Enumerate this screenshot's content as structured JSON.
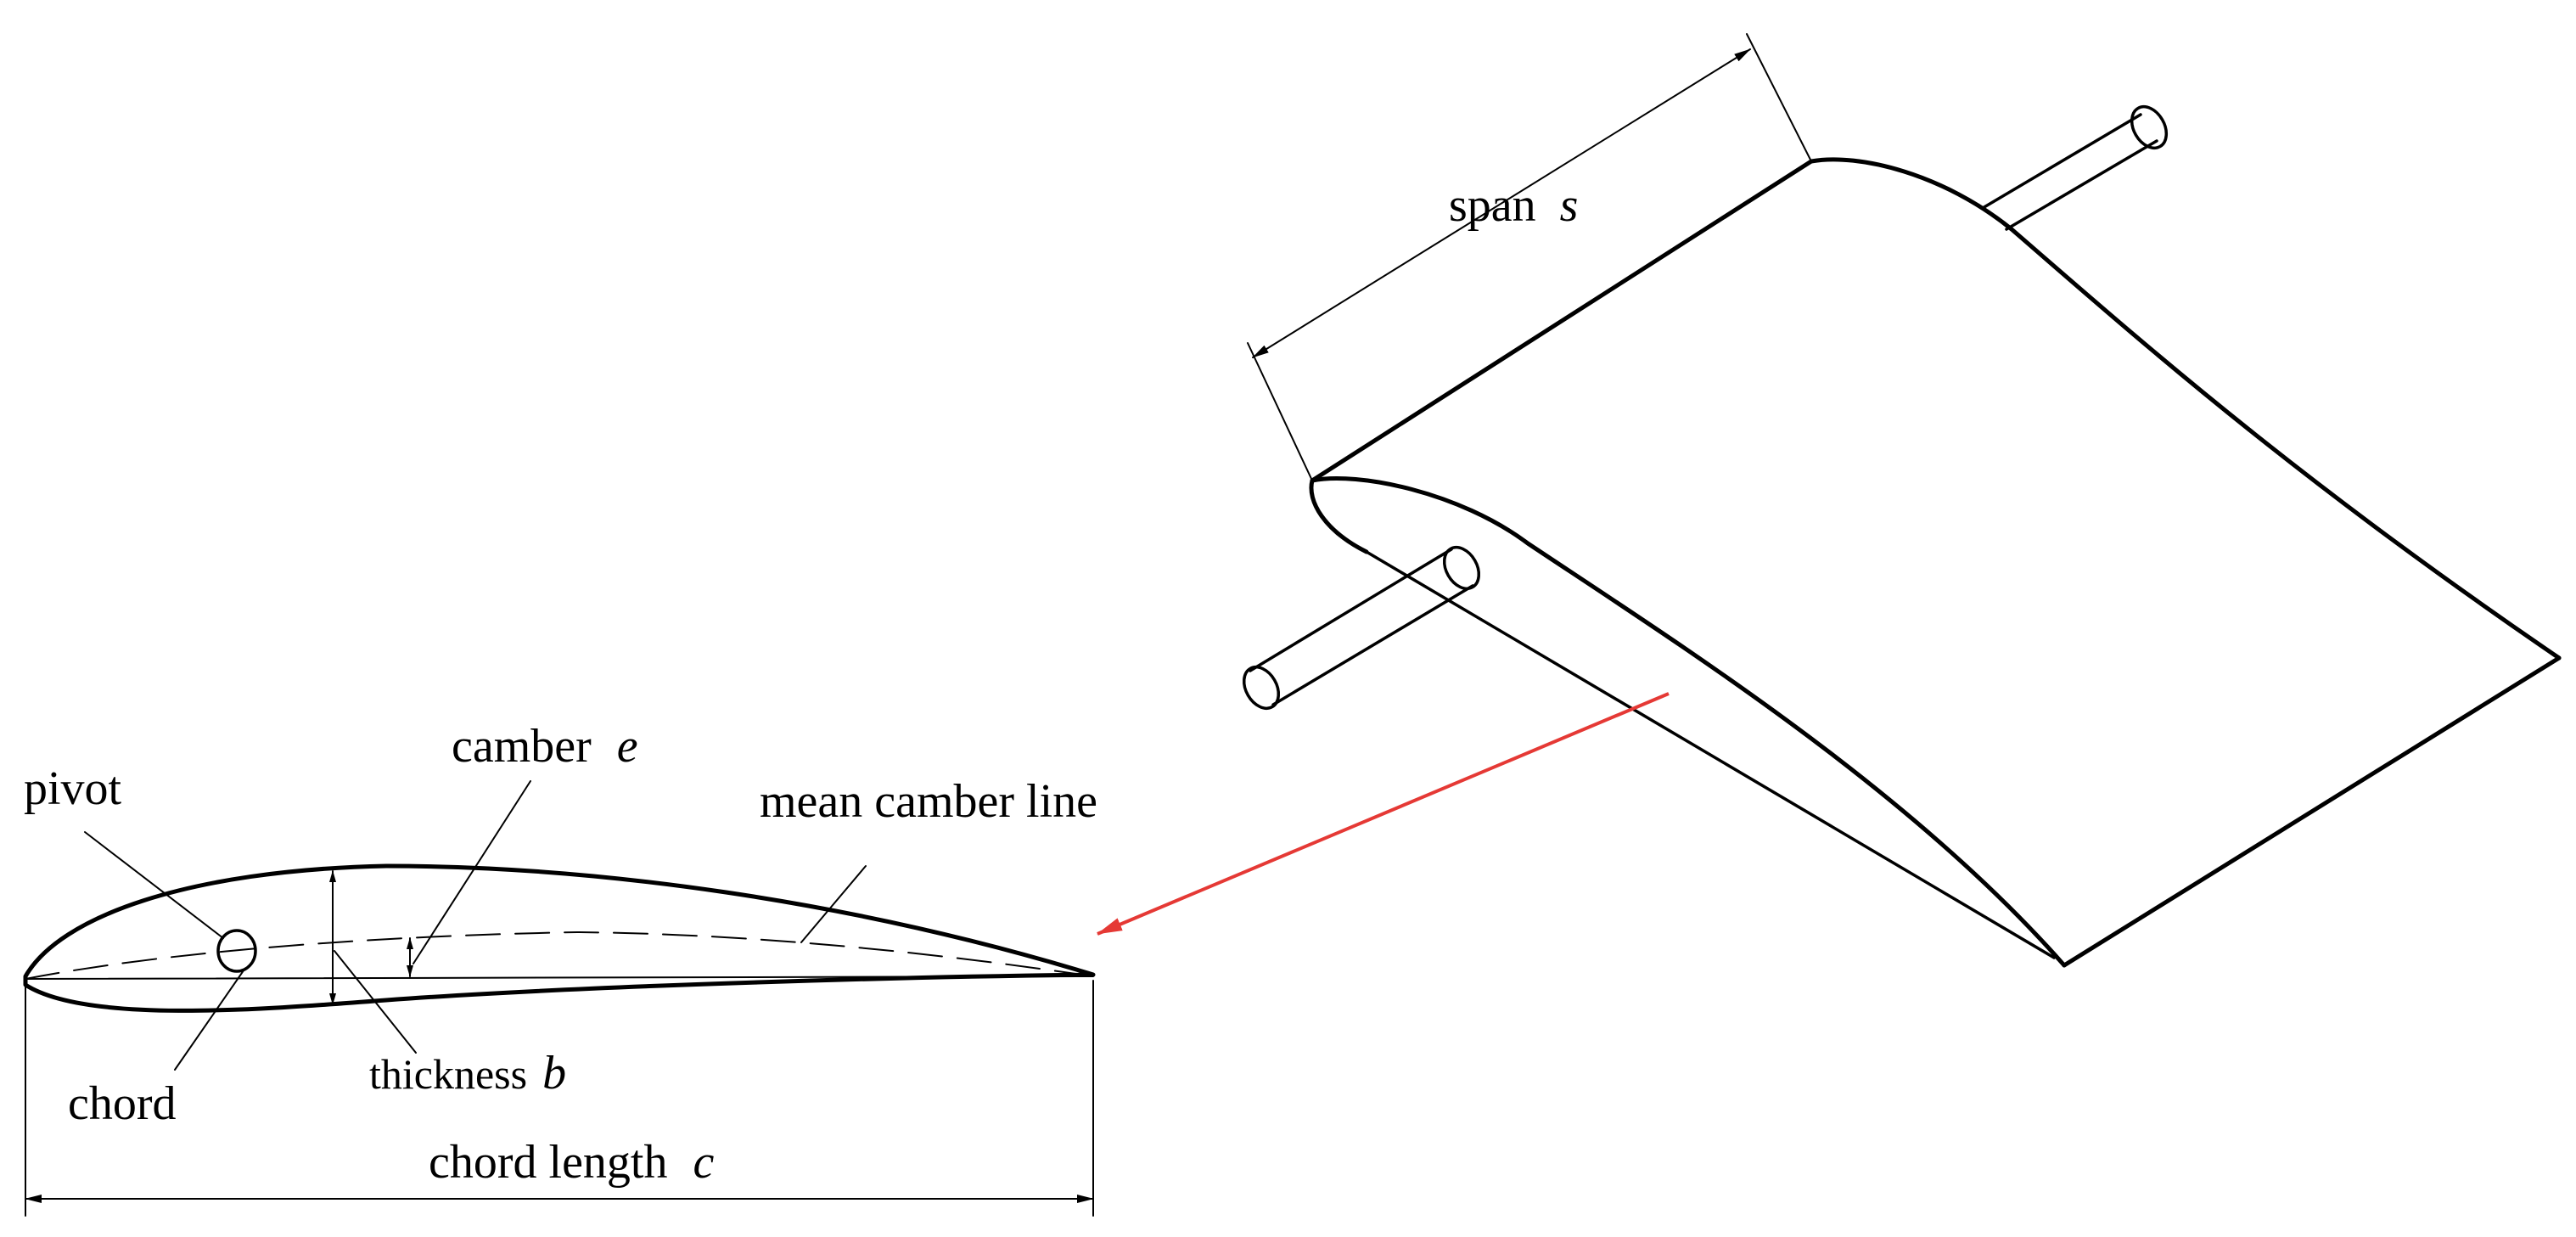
{
  "labels": {
    "span": "span",
    "span_var": "s",
    "pivot": "pivot",
    "camber": "camber",
    "camber_var": "e",
    "mean_camber_line": "mean camber line",
    "chord": "chord",
    "thickness": "thickness",
    "thickness_var": "b",
    "chord_length": "chord length",
    "chord_length_var": "c"
  },
  "colors": {
    "line": "#000000",
    "arrow": "#e53935",
    "background": "#ffffff"
  }
}
